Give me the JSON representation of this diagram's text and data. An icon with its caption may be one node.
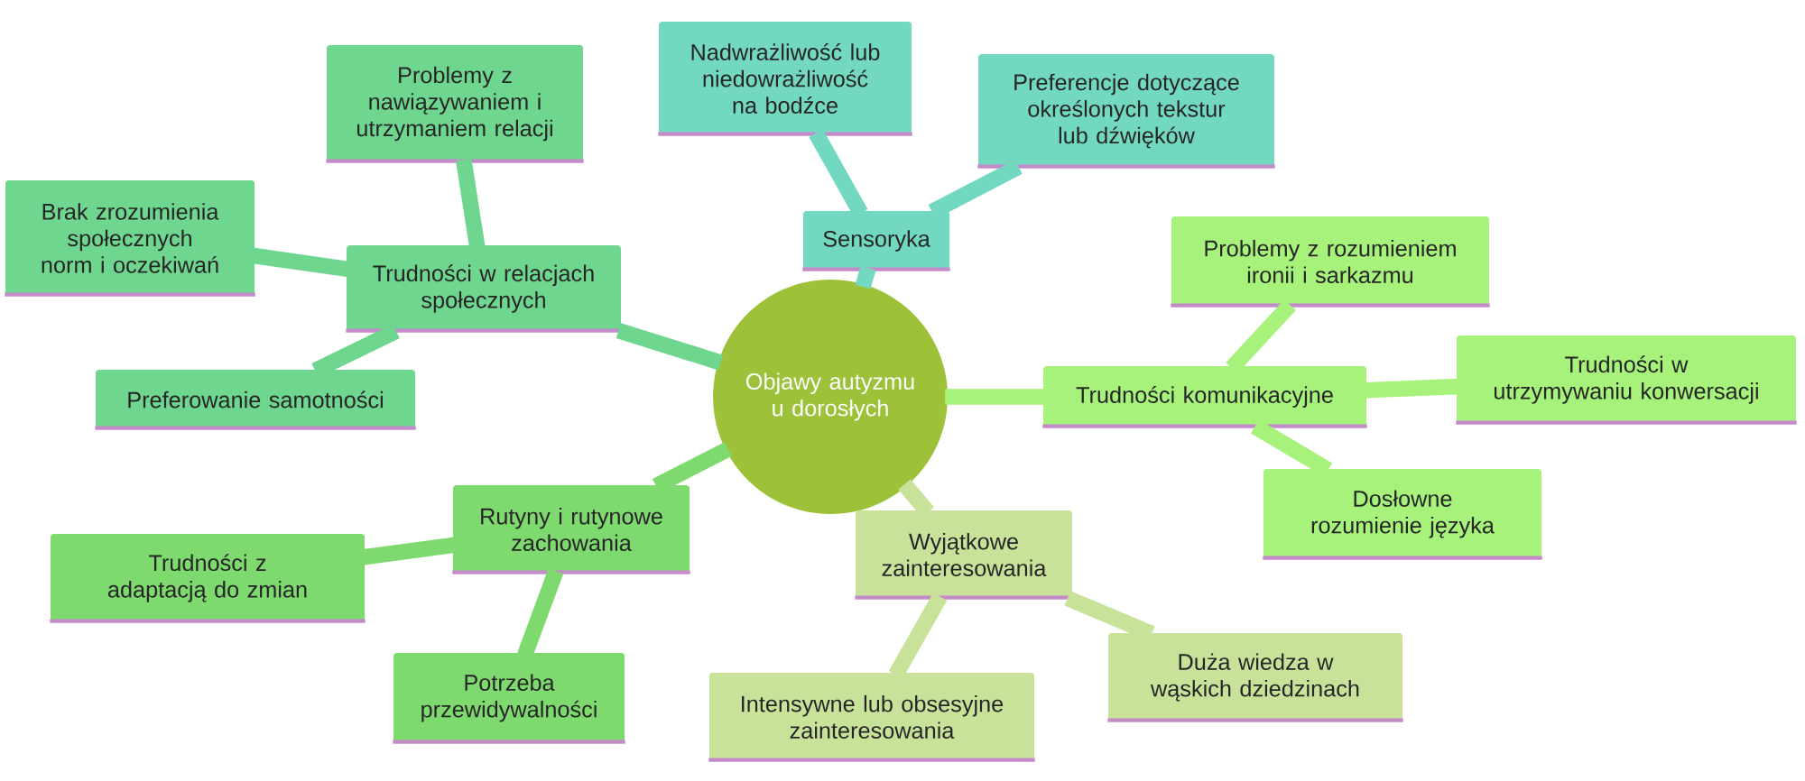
{
  "diagram": {
    "nodes": [
      {
        "text": [
          "Objawy autyzmu u dorosłych"
        ]
      },
      {
        "text": [
          "Trudności w relacjach społecznych"
        ]
      },
      {
        "text": [
          "Problemy z nawiązywaniem i utrzymaniem relacji"
        ]
      },
      {
        "text": [
          "Brak zrozumienia społecznych norm i oczekiwań"
        ]
      },
      {
        "text": [
          "Preferowanie samotności"
        ]
      },
      {
        "text": [
          "Sensoryka"
        ]
      },
      {
        "text": [
          "Nadwrażliwość lub niedowrażliwość na bodźce"
        ]
      },
      {
        "text": [
          "Preferencje dotyczące określonych tekstur lub dźwięków"
        ]
      },
      {
        "text": [
          "Trudności komunikacyjne"
        ]
      },
      {
        "text": [
          "Problemy z rozumieniem ironii i sarkazmu"
        ]
      },
      {
        "text": [
          "Trudności w utrzymywaniu konwersacji"
        ]
      },
      {
        "text": [
          "Dosłowne rozumienie języka"
        ]
      },
      {
        "text": [
          "Rutyny i rutynowe zachowania"
        ]
      },
      {
        "text": [
          "Trudności z adaptacją do zmian"
        ]
      },
      {
        "text": [
          "Potrzeba przewidywalności"
        ]
      },
      {
        "text": [
          "Wyjątkowe zainteresowania"
        ]
      },
      {
        "text": [
          "Intensywne lub obsesyjne zainteresowania"
        ]
      },
      {
        "text": [
          "Duża wiedza w wąskich dziedzinach"
        ]
      }
    ],
    "edges": [
      {
        "from": 0,
        "to": 1,
        "arrow": "none",
        "color": "#6fd68f"
      },
      {
        "from": 1,
        "to": 2,
        "arrow": "none",
        "color": "#6fd68f"
      },
      {
        "from": 1,
        "to": 3,
        "arrow": "none",
        "color": "#6fd68f"
      },
      {
        "from": 1,
        "to": 4,
        "arrow": "none",
        "color": "#6fd68f"
      },
      {
        "from": 0,
        "to": 5,
        "arrow": "none",
        "color": "#72d9c0"
      },
      {
        "from": 5,
        "to": 6,
        "arrow": "none",
        "color": "#72d9c0"
      },
      {
        "from": 5,
        "to": 7,
        "arrow": "none",
        "color": "#72d9c0"
      },
      {
        "from": 0,
        "to": 8,
        "arrow": "none",
        "color": "#a6f27a"
      },
      {
        "from": 8,
        "to": 9,
        "arrow": "none",
        "color": "#a6f27a"
      },
      {
        "from": 8,
        "to": 10,
        "arrow": "none",
        "color": "#a6f27a"
      },
      {
        "from": 8,
        "to": 11,
        "arrow": "none",
        "color": "#a6f27a"
      },
      {
        "from": 0,
        "to": 12,
        "arrow": "none",
        "color": "#7ed96f"
      },
      {
        "from": 12,
        "to": 13,
        "arrow": "none",
        "color": "#7ed96f"
      },
      {
        "from": 12,
        "to": 14,
        "arrow": "none",
        "color": "#7ed96f"
      },
      {
        "from": 0,
        "to": 15,
        "arrow": "none",
        "color": "#c8e29a"
      },
      {
        "from": 15,
        "to": 16,
        "arrow": "none",
        "color": "#c8e29a"
      },
      {
        "from": 15,
        "to": 17,
        "arrow": "none",
        "color": "#c8e29a"
      }
    ]
  }
}
